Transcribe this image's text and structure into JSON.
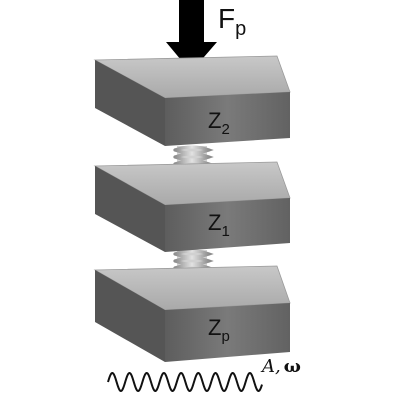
{
  "diagram": {
    "force_label": {
      "main": "F",
      "sub": "p"
    },
    "blocks": [
      {
        "id": "top",
        "label_main": "Z",
        "label_sub": "2"
      },
      {
        "id": "middle",
        "label_main": "Z",
        "label_sub": "1"
      },
      {
        "id": "bottom",
        "label_main": "Z",
        "label_sub": "p"
      }
    ],
    "excitation": {
      "amplitude": "A",
      "separator": ",",
      "frequency": "ω"
    },
    "colors": {
      "block_top": "#bdbdbd",
      "block_front": "#6f6f6f",
      "block_side": "#4f4f4f",
      "spring": "#a9a9a9",
      "arrow": "#000000",
      "wave": "#111111"
    }
  }
}
